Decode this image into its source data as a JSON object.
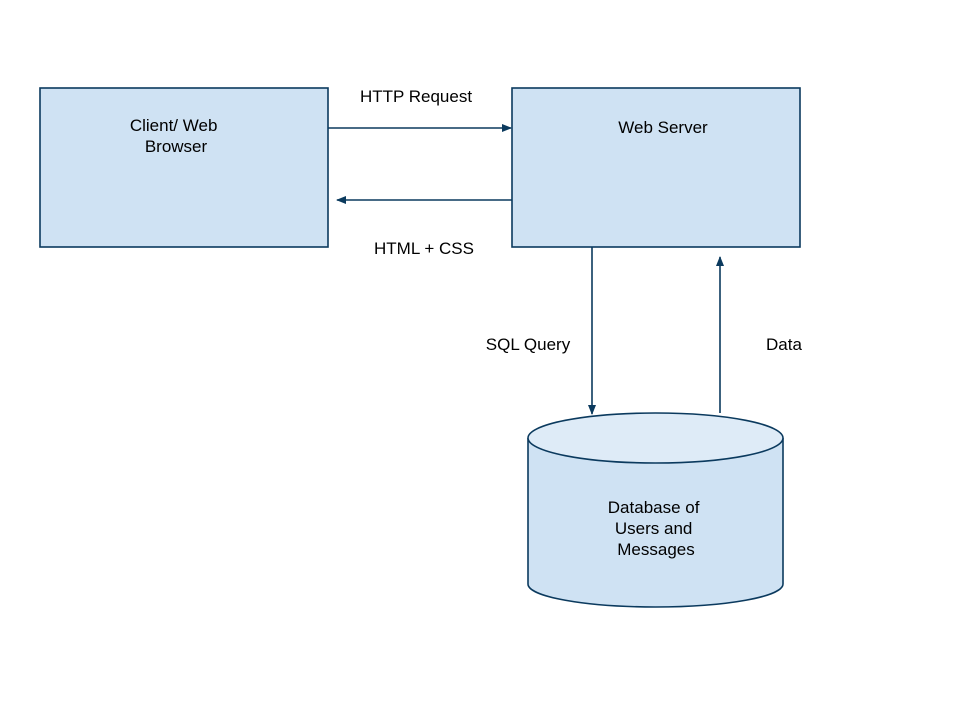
{
  "colors": {
    "node_fill": "#cfe2f3",
    "node_stroke": "#0b3a5e",
    "cylinder_top_fill": "#deebf7",
    "arrow": "#0b3a5e",
    "text": "#000000",
    "background": "#ffffff"
  },
  "nodes": {
    "client": {
      "label_lines": [
        "Client/ Web",
        "Browser"
      ]
    },
    "server": {
      "label_lines": [
        "Web Server"
      ]
    },
    "database": {
      "label_lines": [
        "Database of",
        "Users and",
        "Messages"
      ]
    }
  },
  "edges": {
    "http_request": {
      "label": "HTTP Request",
      "from": "client",
      "to": "server"
    },
    "html_css": {
      "label": "HTML + CSS",
      "from": "server",
      "to": "client"
    },
    "sql_query": {
      "label": "SQL Query",
      "from": "server",
      "to": "database"
    },
    "data": {
      "label": "Data",
      "from": "database",
      "to": "server"
    }
  }
}
